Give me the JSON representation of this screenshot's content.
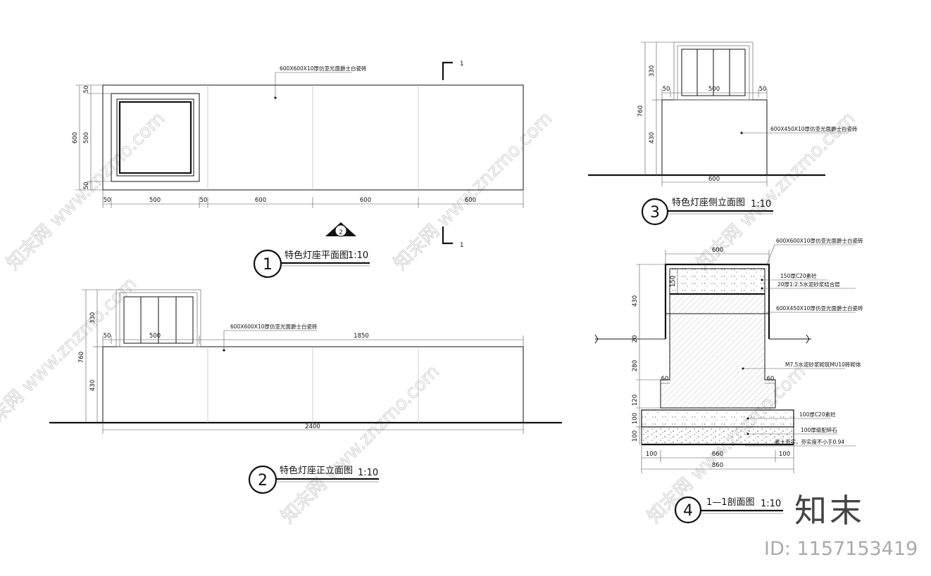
{
  "plan": {
    "title": "特色灯座平面图",
    "scale": "1:10",
    "index": "1",
    "note": "600X600X10厚仿亚光面爵士白瓷砖",
    "dims_v": [
      "600",
      "50",
      "500",
      "50"
    ],
    "dims_h": [
      "50",
      "500",
      "50",
      "600",
      "600",
      "600"
    ],
    "section_mark": "1",
    "view_ref": "2"
  },
  "front": {
    "title": "特色灯座正立面图",
    "scale": "1:10",
    "index": "2",
    "note": "600X600X10厚仿亚光面爵士白瓷砖",
    "dims_v": [
      "760",
      "330",
      "430"
    ],
    "dims_top": [
      "50",
      "500",
      "1850"
    ],
    "dim_bottom": "2400"
  },
  "side": {
    "title": "特色灯座侧立面图",
    "scale": "1:10",
    "index": "3",
    "note": "600X450X10厚仿亚光面爵士白瓷砖",
    "dims_v": [
      "760",
      "330",
      "430"
    ],
    "dims_top": [
      "50",
      "500",
      "50"
    ],
    "dim_bottom": "600"
  },
  "section": {
    "title": "1—1剖面图",
    "scale": "1:10",
    "index": "4",
    "notes": [
      "600X600X10厚仿亚光面爵士白瓷砖",
      "150厚C20素砼",
      "20厚1:2.5水泥砂浆结合层",
      "600X450X10厚仿亚光面爵士白瓷砖",
      "M7.5水泥砂浆砌筑MU10砖砌体",
      "100厚C20素砼",
      "100厚级配碎石",
      "素土夯实，夯实度不小于0.94"
    ],
    "dim_top": "600",
    "dims_v": [
      "430",
      "150",
      "20",
      "280",
      "120",
      "100",
      "100"
    ],
    "dims_offset": [
      "60",
      "60"
    ],
    "dims_bottom": [
      "100",
      "660",
      "100"
    ],
    "dim_total": "860"
  },
  "brand": {
    "logo": "知末",
    "id": "ID: 1157153419",
    "watermark": "知末网 www.znzmo.com"
  }
}
